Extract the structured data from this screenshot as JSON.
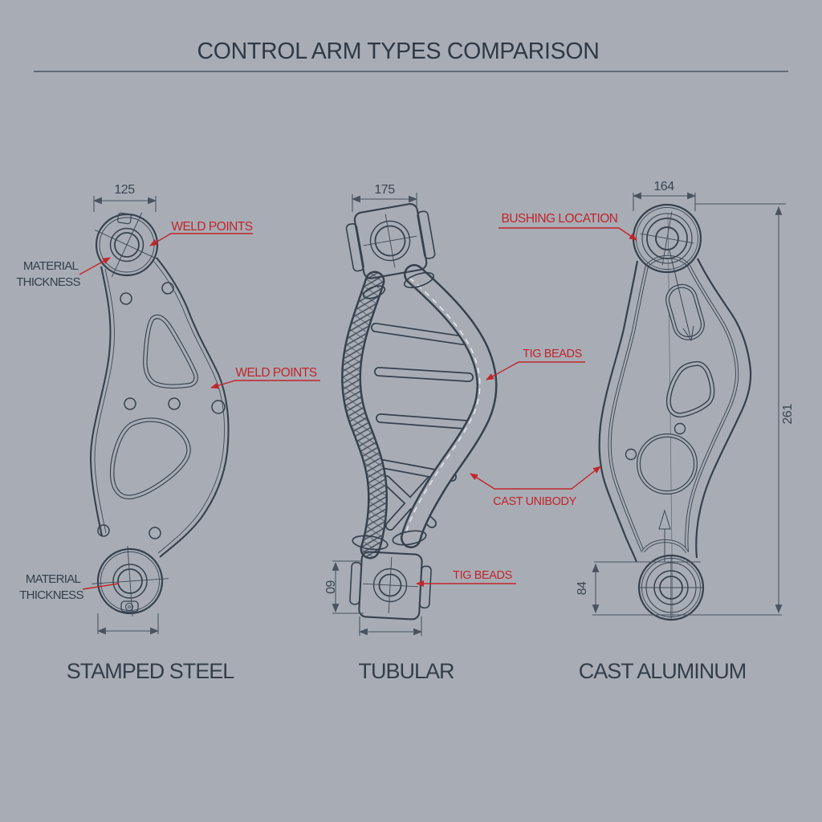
{
  "title": {
    "text": "CONTROL ARM TYPES COMPARISON"
  },
  "palette": {
    "background": "#a8adb5",
    "drawing_line": "#36414d",
    "dimension_line": "#49535f",
    "text_dark": "#333e49",
    "accent_red": "#c3242b",
    "weld_seam_white": "#e2e6ea"
  },
  "arms": {
    "stamped_steel": {
      "label": "STAMPED STEEL",
      "top_width_dim": "125",
      "annotations": {
        "weld_points_top": "WELD POINTS",
        "weld_points_mid": "WELD POINTS",
        "material_thickness_top_line1": "MATERIAL",
        "material_thickness_top_line2": "THICKNESS",
        "material_thickness_bottom_line1": "MATERIAL",
        "material_thickness_bottom_line2": "THICKNESS"
      }
    },
    "tubular": {
      "label": "TUBULAR",
      "top_width_dim": "175",
      "mount_height_dim": "60",
      "annotations": {
        "tig_beads_mid": "TIG BEADS",
        "tig_beads_bottom": "TIG BEADS"
      }
    },
    "cast_aluminum": {
      "label": "CAST ALUMINUM",
      "top_width_dim": "164",
      "overall_height_dim": "261",
      "bottom_offset_dim": "84",
      "annotations": {
        "bushing_location": "BUSHING LOCATION",
        "cast_unibody": "CAST UNIBODY"
      }
    }
  }
}
